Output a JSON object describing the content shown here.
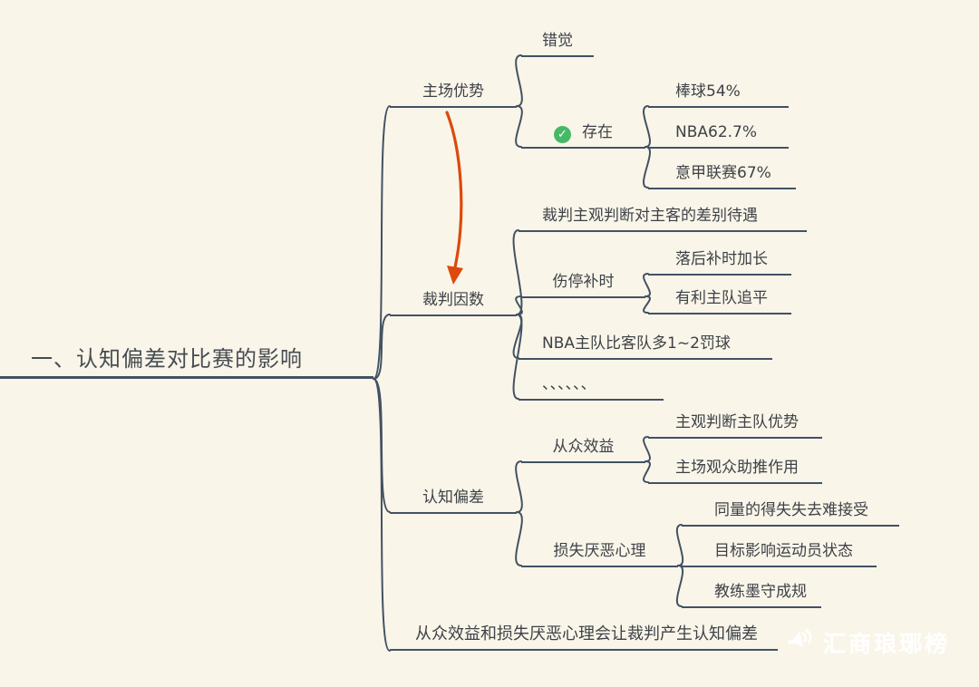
{
  "colors": {
    "background": "#faf5e9",
    "line": "#425263",
    "text": "#3d4247",
    "arrow": "#dc4a0d",
    "check_green": "#47b867",
    "watermark": "#ffffff"
  },
  "root": {
    "label": "一、认知偏差对比赛的影响"
  },
  "nodes": {
    "home_advantage": {
      "label": "主场优势"
    },
    "illusion": {
      "label": "错觉"
    },
    "exists": {
      "label": "存在"
    },
    "baseball": {
      "label": "棒球54%"
    },
    "nba_pct": {
      "label": "NBA62.7%"
    },
    "serie_a": {
      "label": "意甲联赛67%"
    },
    "referee_factor": {
      "label": "裁判因数"
    },
    "referee_subjective": {
      "label": "裁判主观判断对主客的差别待遇"
    },
    "injury_time": {
      "label": "伤停补时"
    },
    "behind_added_time": {
      "label": "落后补时加长"
    },
    "favor_home_equalize": {
      "label": "有利主队追平"
    },
    "nba_free_throws": {
      "label": "NBA主队比客队多1~2罚球"
    },
    "ellipsis": {
      "label": "、、、、、、"
    },
    "cognitive_bias": {
      "label": "认知偏差"
    },
    "conformity": {
      "label": "从众效益"
    },
    "judge_home_advantage": {
      "label": "主观判断主队优势"
    },
    "crowd_boost": {
      "label": "主场观众助推作用"
    },
    "loss_aversion": {
      "label": "损失厌恶心理"
    },
    "equal_gain_loss": {
      "label": "同量的得失失去难接受"
    },
    "goal_affect_athlete": {
      "label": "目标影响运动员状态"
    },
    "coach_convention": {
      "label": "教练墨守成规"
    },
    "summary": {
      "label": "从众效益和损失厌恶心理会让裁判产生认知偏差"
    }
  },
  "icons": {
    "check": "✓"
  },
  "watermark": {
    "text": "汇商琅琊榜"
  }
}
